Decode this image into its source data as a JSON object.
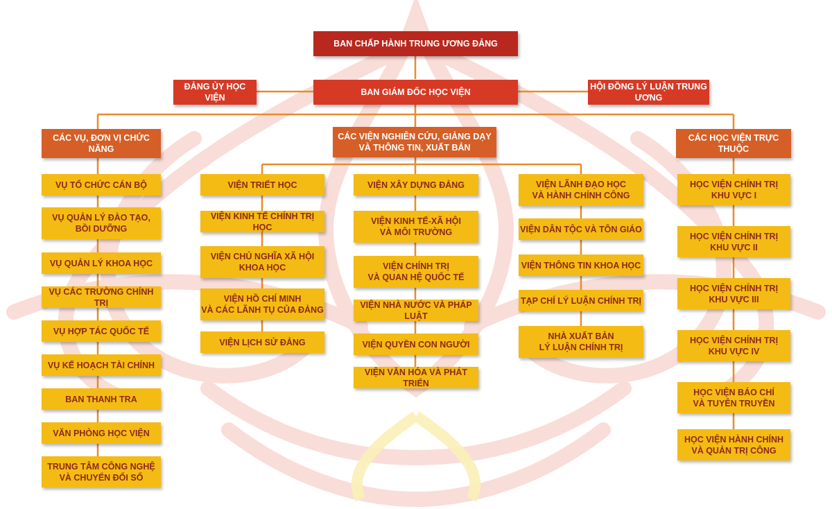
{
  "colors": {
    "top_box": "#b8281e",
    "level2_box": "#d63a25",
    "group_box": "#d55f26",
    "unit_box": "#f4bb14",
    "unit_text": "#8e2a17",
    "connector": "#e88c2c",
    "watermark": "#f7d2cc"
  },
  "background_icon": "lotus-watermark",
  "top": {
    "central_committee": "BAN CHẤP HÀNH TRUNG ƯƠNG ĐẢNG"
  },
  "level2": {
    "party_committee": "ĐẢNG ỦY HỌC VIỆN",
    "directorate": "BAN GIÁM ĐỐC HỌC VIỆN",
    "theory_council": "HỘI ĐỒNG LÝ LUẬN TRUNG ƯƠNG"
  },
  "groups": {
    "functional": {
      "title": "CÁC VỤ, ĐƠN VỊ CHỨC NĂNG",
      "items": [
        "VỤ TỔ CHỨC CÁN BỘ",
        "VỤ QUẢN LÝ ĐÀO TẠO,\nBỒI DƯỠNG",
        "VỤ QUẢN LÝ KHOA HỌC",
        "VỤ CÁC TRƯỜNG CHÍNH TRỊ",
        "VỤ HỢP TÁC QUỐC TẾ",
        "VỤ KẾ HOẠCH TÀI CHÍNH",
        "BAN THANH TRA",
        "VĂN PHÒNG HỌC VIỆN",
        "TRUNG TÂM CÔNG NGHỆ\nVÀ CHUYỂN ĐỔI SỐ"
      ]
    },
    "research": {
      "title": "CÁC VIỆN NGHIÊN CỨU, GIẢNG DẠY\nVÀ THÔNG TIN, XUẤT BẢN",
      "columns": [
        [
          "VIỆN TRIẾT HỌC",
          "VIỆN KINH TẾ CHÍNH TRỊ HỌC",
          "VIỆN CHỦ NGHĨA XÃ HỘI\nKHOA HỌC",
          "VIỆN HỒ CHÍ MINH\nVÀ CÁC LÃNH TỤ CỦA ĐẢNG",
          "VIỆN LỊCH SỬ ĐẢNG"
        ],
        [
          "VIỆN XÂY DỰNG ĐẢNG",
          "VIỆN KINH TẾ-XÃ HỘI\nVÀ MÔI TRƯỜNG",
          "VIỆN CHÍNH TRỊ\nVÀ QUAN HỆ QUỐC TẾ",
          "VIỆN NHÀ NƯỚC VÀ PHÁP LUẬT",
          "VIỆN QUYỀN CON NGƯỜI",
          "VIỆN VĂN HÓA VÀ PHÁT TRIỂN"
        ],
        [
          "VIỆN LÃNH ĐẠO HỌC\nVÀ HÀNH CHÍNH CÔNG",
          "VIỆN DÂN TỘC VÀ TÔN GIÁO",
          "VIỆN THÔNG TIN KHOA HỌC",
          "TẠP CHÍ LÝ LUẬN CHÍNH TRỊ",
          "NHÀ XUẤT BẢN\nLÝ LUẬN CHÍNH TRỊ"
        ]
      ]
    },
    "affiliated": {
      "title": "CÁC HỌC VIỆN TRỰC THUỘC",
      "items": [
        "HỌC VIỆN CHÍNH TRỊ\nKHU VỰC I",
        "HỌC VIỆN CHÍNH TRỊ\nKHU VỰC II",
        "HỌC VIỆN CHÍNH TRỊ\nKHU VỰC III",
        "HỌC VIỆN CHÍNH TRỊ\nKHU VỰC IV",
        "HỌC VIỆN BÁO CHÍ\nVÀ TUYÊN TRUYỀN",
        "HỌC VIỆN HÀNH CHÍNH\nVÀ QUẢN TRỊ CÔNG"
      ]
    }
  }
}
